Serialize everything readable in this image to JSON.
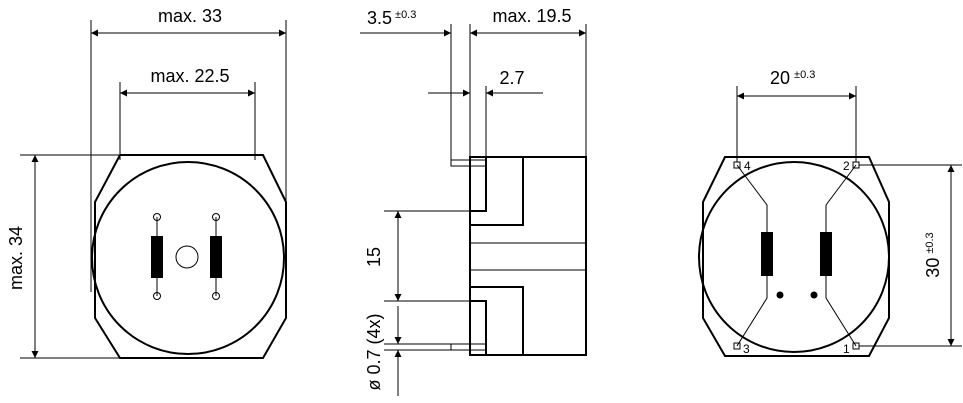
{
  "front_view": {
    "width_label": "max. 33",
    "pin_span_label": "max. 22.5",
    "height_label": "max. 34"
  },
  "side_view": {
    "standoff_label": "3.5",
    "standoff_tol": "±0.3",
    "depth_label": "max. 19.5",
    "pin_len_label": "2.7",
    "pin_spacing_label": "15",
    "pin_dia_label": "ø 0.7 (4x)"
  },
  "bottom_view": {
    "pitch_x_label": "20",
    "pitch_x_tol": "±0.3",
    "pitch_y_label": "30",
    "pitch_y_tol": "±0.3",
    "pins": [
      "1",
      "2",
      "3",
      "4"
    ]
  }
}
